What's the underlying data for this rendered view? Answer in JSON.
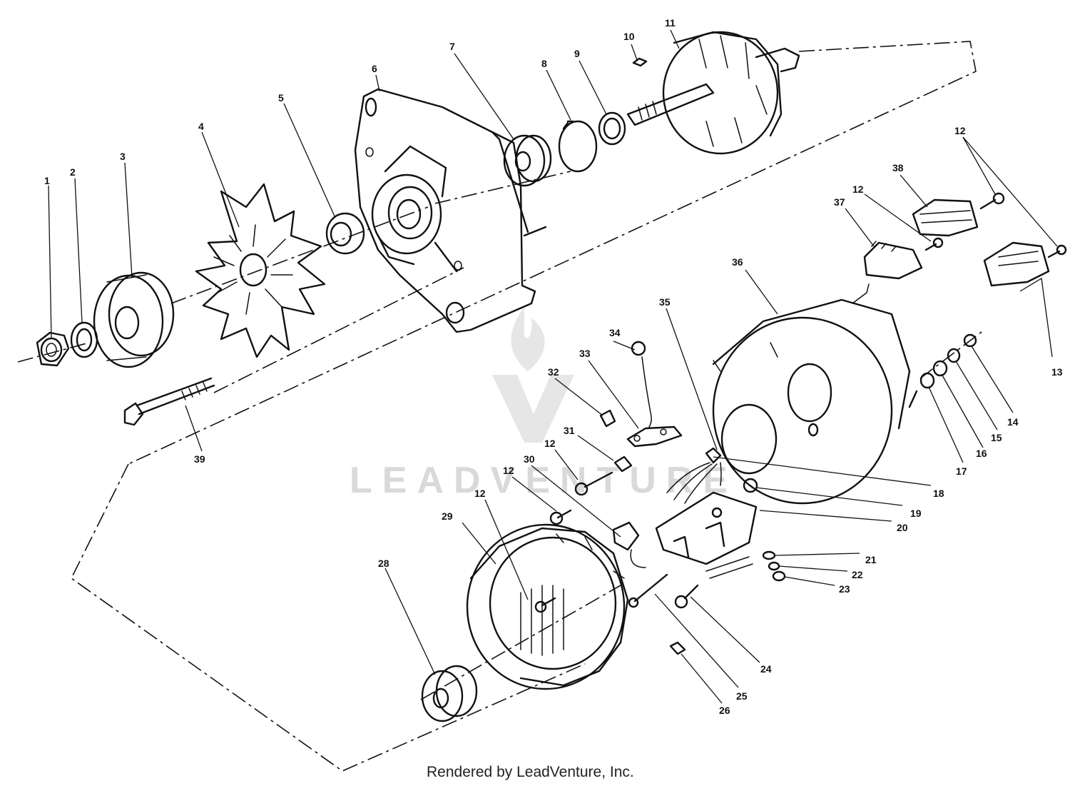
{
  "watermark": {
    "text": "LEADVENTURE"
  },
  "footer": {
    "text": "Rendered by LeadVenture, Inc."
  },
  "callouts": [
    {
      "id": "c1",
      "label": "1"
    },
    {
      "id": "c2",
      "label": "2"
    },
    {
      "id": "c3",
      "label": "3"
    },
    {
      "id": "c4",
      "label": "4"
    },
    {
      "id": "c5",
      "label": "5"
    },
    {
      "id": "c6",
      "label": "6"
    },
    {
      "id": "c7",
      "label": "7"
    },
    {
      "id": "c8",
      "label": "8"
    },
    {
      "id": "c9",
      "label": "9"
    },
    {
      "id": "c10",
      "label": "10"
    },
    {
      "id": "c11",
      "label": "11"
    },
    {
      "id": "c12a",
      "label": "12"
    },
    {
      "id": "c12b",
      "label": "12"
    },
    {
      "id": "c12c",
      "label": "12"
    },
    {
      "id": "c12d",
      "label": "12"
    },
    {
      "id": "c12e",
      "label": "12"
    },
    {
      "id": "c13",
      "label": "13"
    },
    {
      "id": "c14",
      "label": "14"
    },
    {
      "id": "c15",
      "label": "15"
    },
    {
      "id": "c16",
      "label": "16"
    },
    {
      "id": "c17",
      "label": "17"
    },
    {
      "id": "c18",
      "label": "18"
    },
    {
      "id": "c19",
      "label": "19"
    },
    {
      "id": "c20",
      "label": "20"
    },
    {
      "id": "c21",
      "label": "21"
    },
    {
      "id": "c22",
      "label": "22"
    },
    {
      "id": "c23",
      "label": "23"
    },
    {
      "id": "c24",
      "label": "24"
    },
    {
      "id": "c25",
      "label": "25"
    },
    {
      "id": "c26",
      "label": "26"
    },
    {
      "id": "c28",
      "label": "28"
    },
    {
      "id": "c29",
      "label": "29"
    },
    {
      "id": "c30",
      "label": "30"
    },
    {
      "id": "c31",
      "label": "31"
    },
    {
      "id": "c32",
      "label": "32"
    },
    {
      "id": "c33",
      "label": "33"
    },
    {
      "id": "c34",
      "label": "34"
    },
    {
      "id": "c35",
      "label": "35"
    },
    {
      "id": "c36",
      "label": "36"
    },
    {
      "id": "c37",
      "label": "37"
    },
    {
      "id": "c38",
      "label": "38"
    },
    {
      "id": "c39",
      "label": "39"
    }
  ]
}
